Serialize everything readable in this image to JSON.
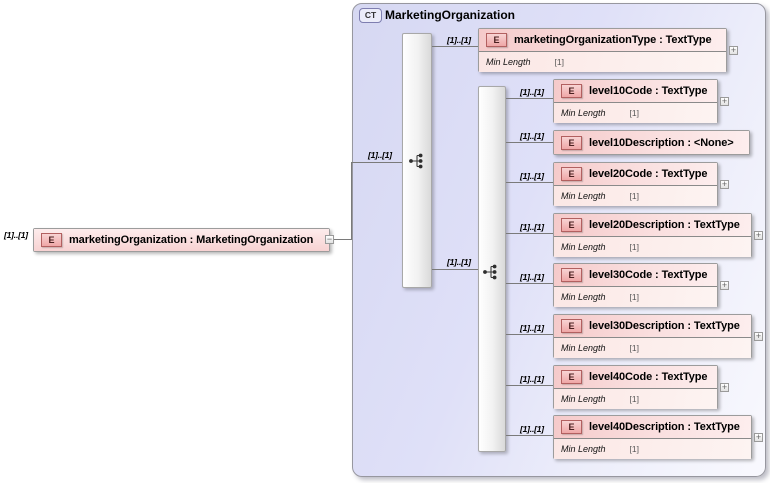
{
  "glyphs": {
    "collapse": "−",
    "expand": "+"
  },
  "root": {
    "cardinality": "[1]..[1]",
    "badge": "E",
    "label": "marketingOrganization : MarketingOrganization"
  },
  "panel": {
    "badge": "CT",
    "title": "MarketingOrganization"
  },
  "groups": {
    "outer": {
      "kind": "sequence",
      "cardinality": "[1]..[1]"
    },
    "inner": {
      "kind": "sequence",
      "cardinality": "[1]..[1]"
    }
  },
  "children": [
    {
      "cardinality": "[1]..[1]",
      "badge": "E",
      "label": "marketingOrganizationType : TextType",
      "facet": "Min Length",
      "facet_value": "[1]",
      "expandable": true
    },
    {
      "cardinality": "[1]..[1]",
      "badge": "E",
      "label": "level10Code : TextType",
      "facet": "Min Length",
      "facet_value": "[1]",
      "expandable": true
    },
    {
      "cardinality": "[1]..[1]",
      "badge": "E",
      "label": "level10Description : <None>",
      "expandable": false
    },
    {
      "cardinality": "[1]..[1]",
      "badge": "E",
      "label": "level20Code : TextType",
      "facet": "Min Length",
      "facet_value": "[1]",
      "expandable": true
    },
    {
      "cardinality": "[1]..[1]",
      "badge": "E",
      "label": "level20Description : TextType",
      "facet": "Min Length",
      "facet_value": "[1]",
      "expandable": true
    },
    {
      "cardinality": "[1]..[1]",
      "badge": "E",
      "label": "level30Code : TextType",
      "facet": "Min Length",
      "facet_value": "[1]",
      "expandable": true
    },
    {
      "cardinality": "[1]..[1]",
      "badge": "E",
      "label": "level30Description : TextType",
      "facet": "Min Length",
      "facet_value": "[1]",
      "expandable": true
    },
    {
      "cardinality": "[1]..[1]",
      "badge": "E",
      "label": "level40Code : TextType",
      "facet": "Min Length",
      "facet_value": "[1]",
      "expandable": true
    },
    {
      "cardinality": "[1]..[1]",
      "badge": "E",
      "label": "level40Description : TextType",
      "facet": "Min Length",
      "facet_value": "[1]",
      "expandable": true
    }
  ],
  "colors": {
    "panel_lavender": "#dcdef6",
    "box_pink": "#f6d4d4",
    "badge_border_red": "#b26060",
    "ct_border_blue": "#7e7eb0",
    "line_gray": "#7a7a7a"
  }
}
